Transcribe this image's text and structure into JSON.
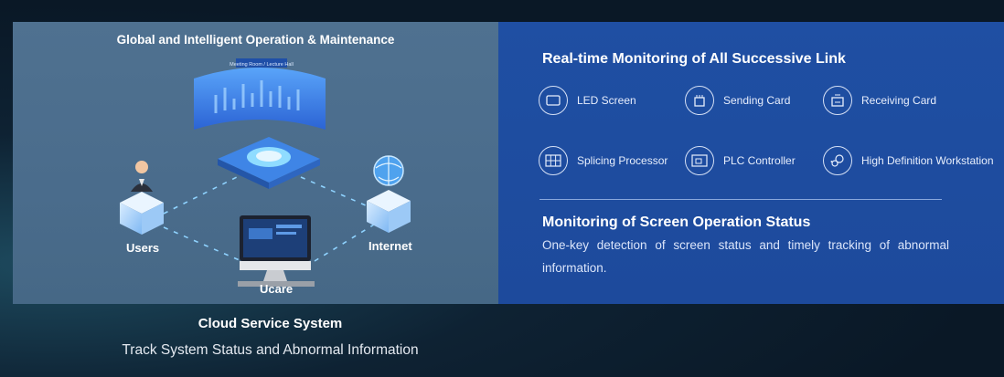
{
  "diagram": {
    "title": "Global and Intelligent Operation & Maintenance",
    "screen_caption": "Meeting Room / Lecture Hall",
    "nodes": {
      "users": "Users",
      "internet": "Internet",
      "ucare": "Ucare"
    }
  },
  "monitoring": {
    "title": "Real-time Monitoring of All Successive Link",
    "items": [
      {
        "label": "LED Screen",
        "icon": "led-screen-icon"
      },
      {
        "label": "Sending Card",
        "icon": "sending-card-icon"
      },
      {
        "label": "Receiving Card",
        "icon": "receiving-card-icon"
      },
      {
        "label": "Splicing Processor",
        "icon": "splicing-processor-icon"
      },
      {
        "label": "PLC Controller",
        "icon": "plc-controller-icon"
      },
      {
        "label": "High Definition Workstation",
        "icon": "workstation-icon"
      }
    ]
  },
  "status": {
    "title": "Monitoring of Screen Operation Status",
    "description": "One-key detection of screen status and timely tracking of abnormal information."
  },
  "footer": {
    "title": "Cloud Service System",
    "subtitle": "Track System Status and Abnormal Information"
  }
}
